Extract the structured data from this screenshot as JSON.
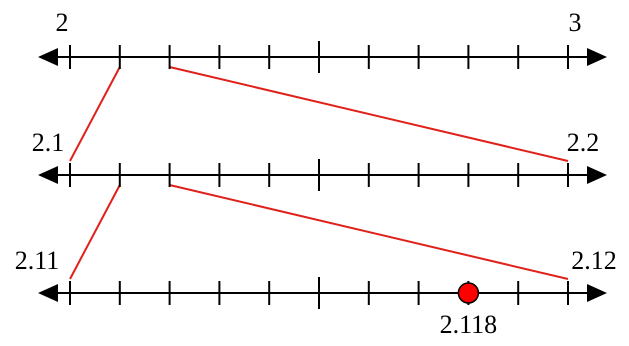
{
  "colors": {
    "line": "#000000",
    "zoom_line": "#e0201a",
    "point_fill": "#ff0000",
    "point_stroke": "#000000"
  },
  "number_lines": [
    {
      "left_label": "2",
      "right_label": "3",
      "divisions": 10
    },
    {
      "left_label": "2.1",
      "right_label": "2.2",
      "divisions": 10
    },
    {
      "left_label": "2.11",
      "right_label": "2.12",
      "divisions": 10
    }
  ],
  "zoom_connectors": [
    {
      "from_line": 0,
      "to_line": 1,
      "interval_start_tick": 1,
      "interval_end_tick": 2
    },
    {
      "from_line": 1,
      "to_line": 2,
      "interval_start_tick": 1,
      "interval_end_tick": 2
    }
  ],
  "point": {
    "line": 2,
    "tick": 8,
    "label": "2.118"
  }
}
